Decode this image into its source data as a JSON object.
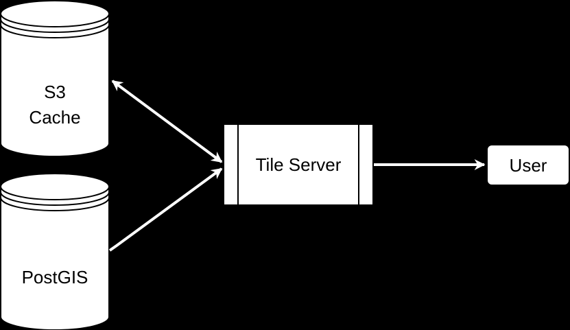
{
  "diagram": {
    "background": "#000000",
    "node_fill": "#ffffff",
    "line_color": "#ffffff",
    "nodes": {
      "s3_cache": {
        "shape": "cylinder",
        "label_line1": "S3",
        "label_line2": "Cache"
      },
      "postgis": {
        "shape": "cylinder",
        "label": "PostGIS"
      },
      "tile_server": {
        "shape": "process",
        "label": "Tile Server"
      },
      "user": {
        "shape": "rounded-rectangle",
        "label": "User"
      }
    },
    "edges": [
      {
        "from": "s3_cache",
        "to": "tile_server",
        "direction": "bidirectional"
      },
      {
        "from": "postgis",
        "to": "tile_server",
        "direction": "forward"
      },
      {
        "from": "tile_server",
        "to": "user",
        "direction": "forward"
      }
    ]
  }
}
